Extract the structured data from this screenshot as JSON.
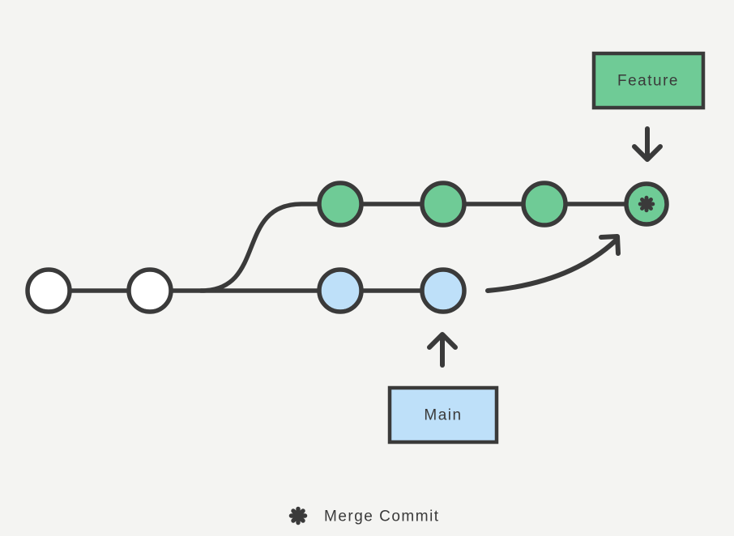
{
  "diagram": {
    "type": "git-branch-merge-graph",
    "feature_label": {
      "text": "Feature"
    },
    "main_label": {
      "text": "Main"
    },
    "legend": {
      "symbol": "merge-commit-asterisk",
      "label": "Merge Commit"
    },
    "graph": {
      "base_branch_commits": 2,
      "feature_branch_commits": 3,
      "main_branch_commits": 2,
      "merge_commits": 1,
      "merge_target": "feature-tip",
      "arrows": [
        {
          "from": "feature-label",
          "to": "merge-commit",
          "direction": "down"
        },
        {
          "from": "main-label",
          "to": "main-tip-commit",
          "direction": "up"
        },
        {
          "from": "main-tip-commit",
          "to": "merge-commit",
          "direction": "curved-up-right"
        }
      ]
    },
    "colors": {
      "background": "#f4f4f2",
      "stroke": "#3a3a3a",
      "text": "#3a3a3a",
      "feature_fill": "#6fcb96",
      "main_fill": "#bee0f9",
      "base_fill": "#ffffff"
    }
  }
}
